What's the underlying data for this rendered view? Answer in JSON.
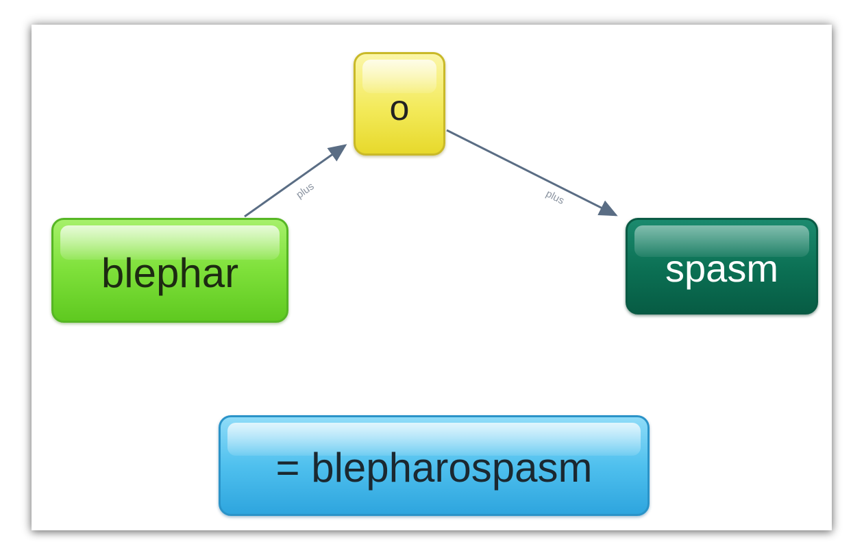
{
  "nodes": {
    "o": "o",
    "blephar": "blephar",
    "spasm": "spasm",
    "result": "= blepharospasm"
  },
  "edges": [
    {
      "from": "blephar",
      "to": "o",
      "label": "plus"
    },
    {
      "from": "o",
      "to": "spasm",
      "label": "plus"
    }
  ],
  "colors": {
    "o": "#f3ea5a",
    "blephar": "#7ee03a",
    "spasm": "#0b6f53",
    "result": "#4fc0ee",
    "edge": "#5a6d84"
  }
}
